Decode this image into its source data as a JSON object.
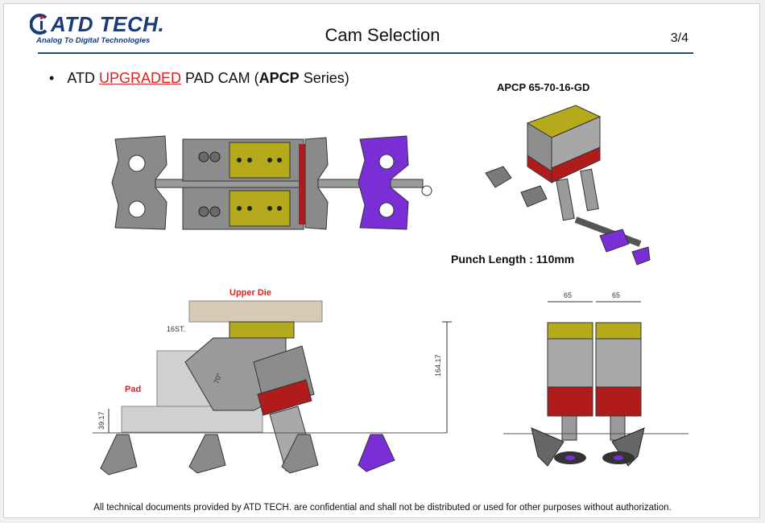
{
  "header": {
    "logo_name": "ATD TECH.",
    "logo_tagline": "Analog To Digital Technologies",
    "title": "Cam Selection",
    "page_number": "3/4"
  },
  "bullet": {
    "prefix": "ATD ",
    "highlight": "UPGRADED",
    "middle": " PAD CAM (",
    "bold": "APCP",
    "suffix": " Series)"
  },
  "figures": {
    "model_label": "APCP 65-70-16-GD",
    "punch_length": "Punch Length : 110mm",
    "upper_die_label": "Upper Die",
    "pad_label": "Pad",
    "stroke_label": "16ST.",
    "angle_label": "70°",
    "height_dim": "164.17",
    "pad_dim": "39.17",
    "width_dim_left": "65",
    "width_dim_right": "65"
  },
  "footer": {
    "disclaimer": "All technical documents provided by ATD TECH. are confidential and shall not be distributed or used for other purposes without authorization."
  },
  "colors": {
    "brand": "#1a3a78",
    "rule": "#1f4e79",
    "highlight": "#e02020",
    "cam_yellow": "#b5a91c",
    "part_gray": "#8a8a8a",
    "part_purple": "#7a2fd6",
    "cam_red": "#b01c1c"
  }
}
